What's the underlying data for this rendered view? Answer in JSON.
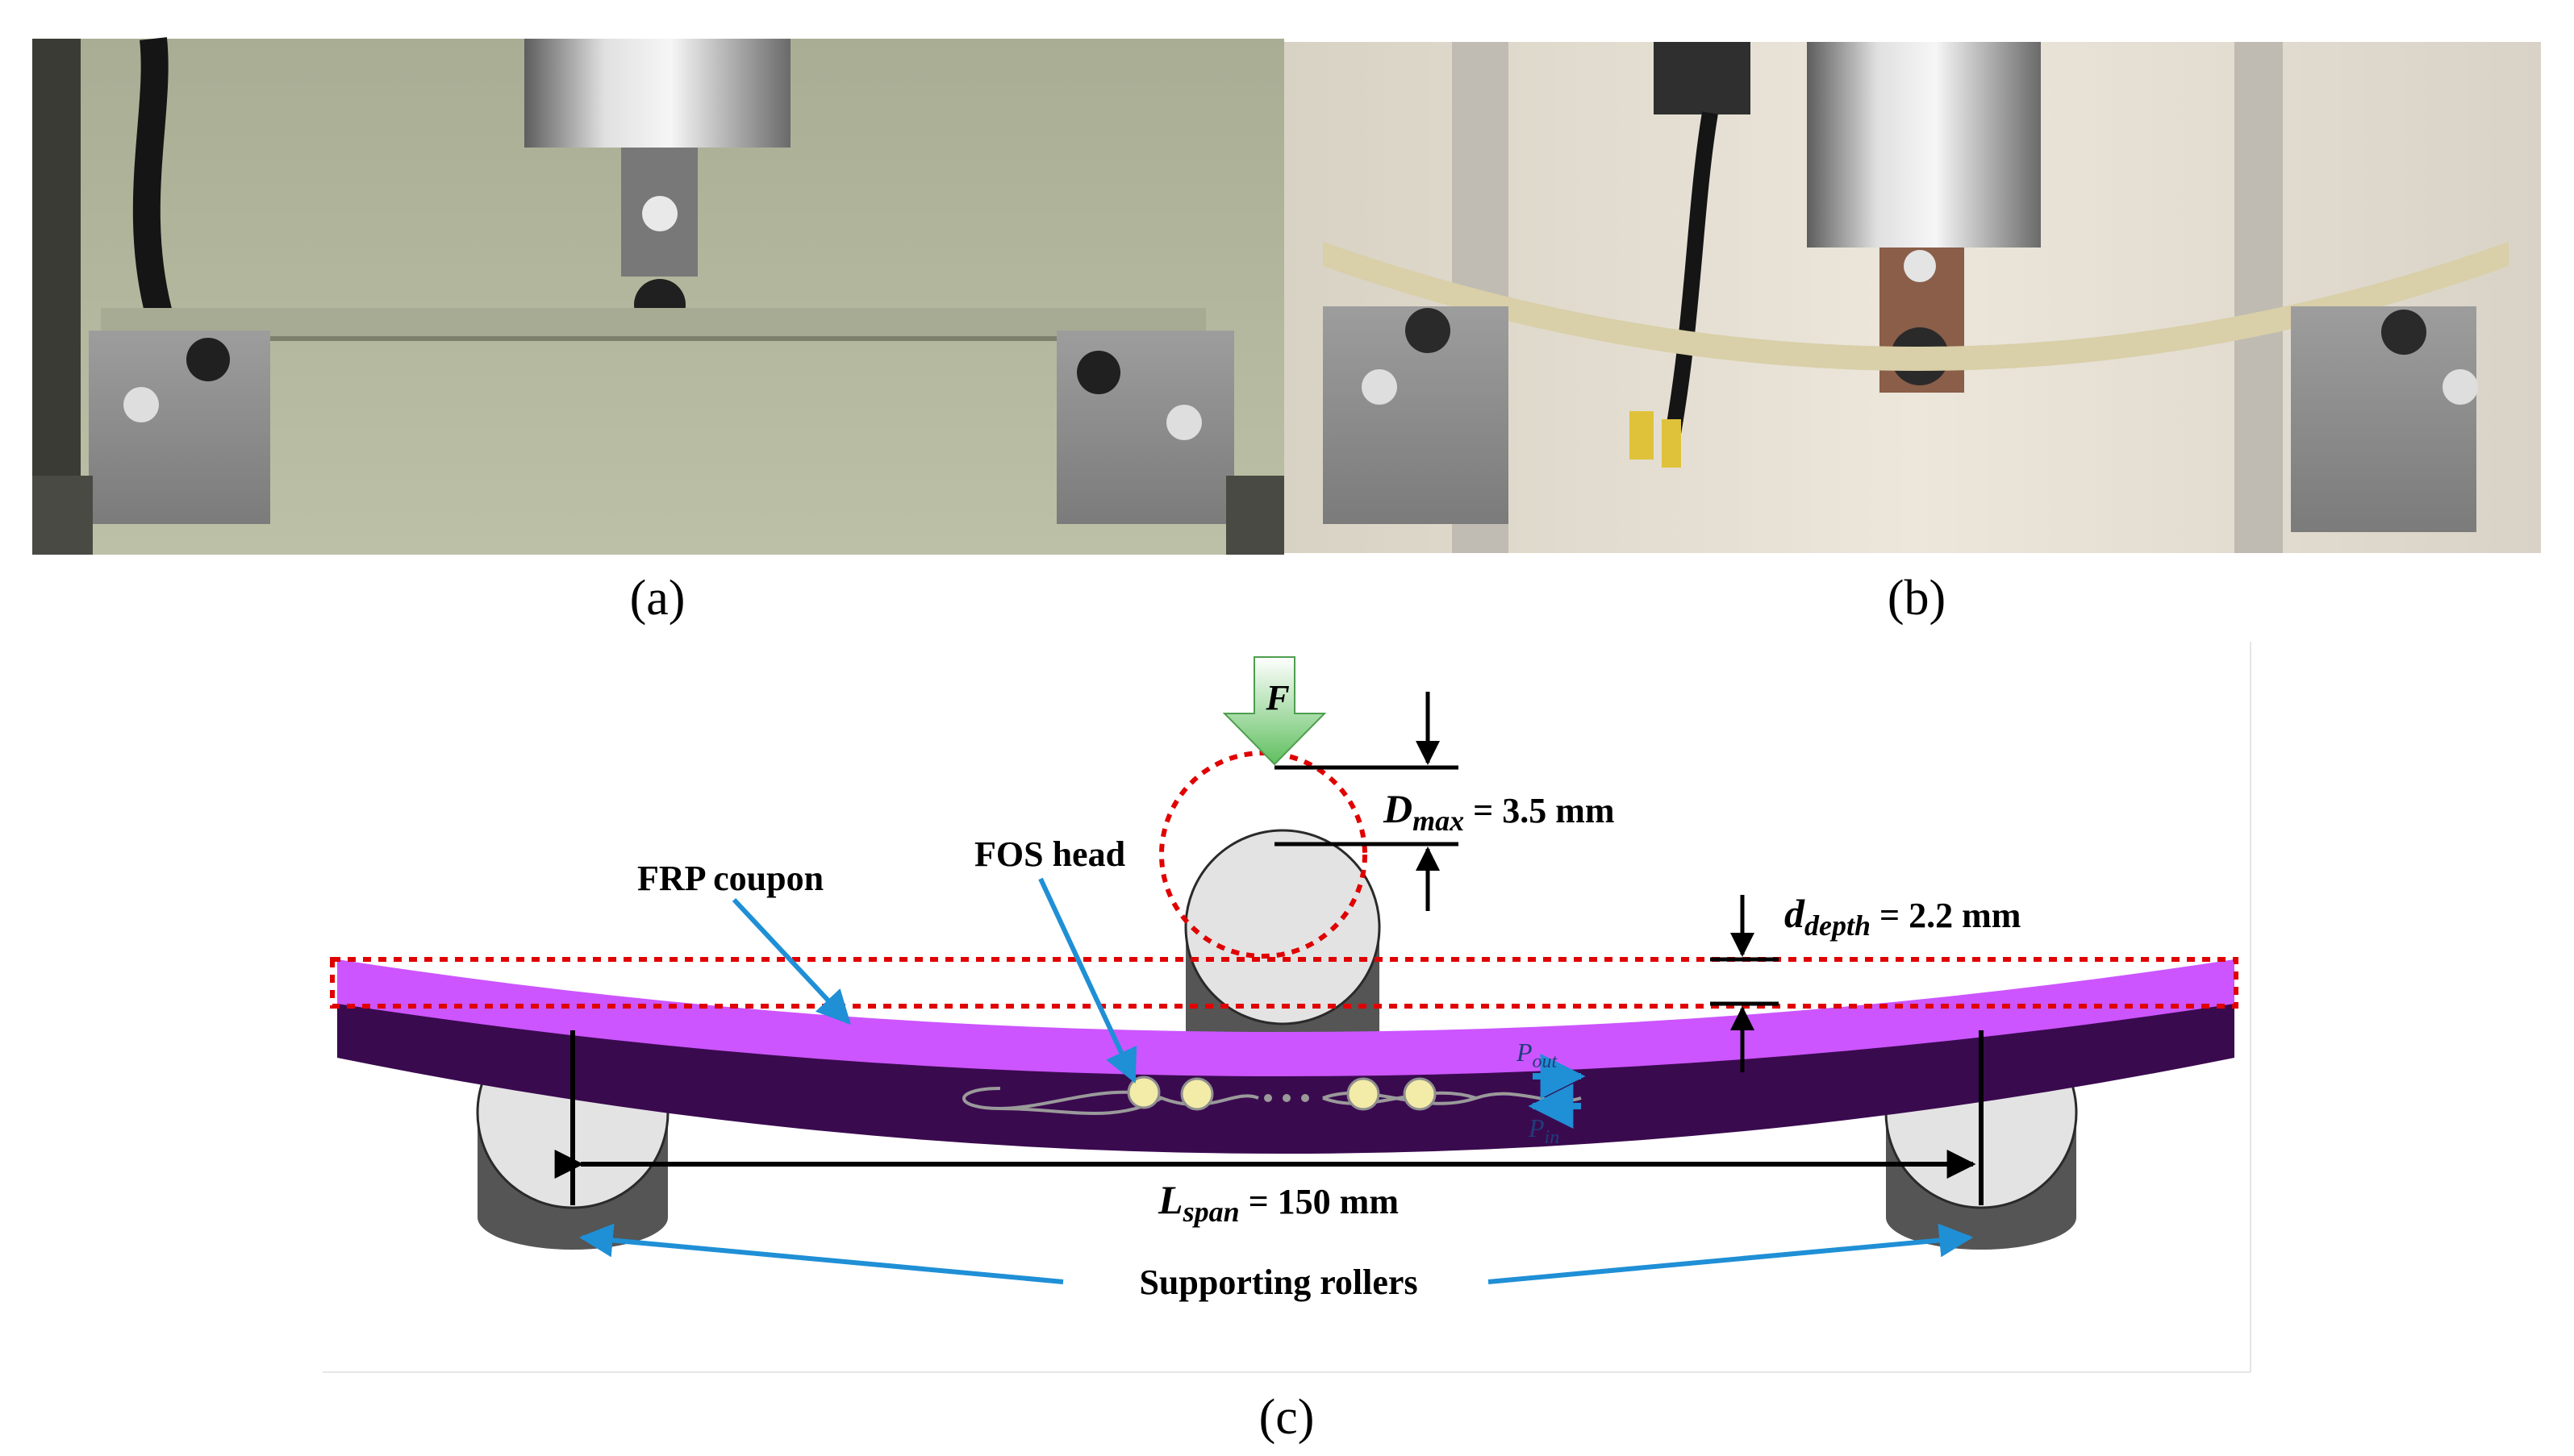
{
  "panels": {
    "a": {
      "label": "(a)"
    },
    "b": {
      "label": "(b)"
    },
    "c": {
      "label": "(c)"
    }
  },
  "diagram": {
    "force_label": "F",
    "dmax": {
      "symbol": "D",
      "subscript": "max",
      "value": " = 3.5 mm"
    },
    "ddepth": {
      "symbol": "d",
      "subscript": "depth",
      "value": " = 2.2 mm"
    },
    "lspan": {
      "symbol": "L",
      "subscript": "span",
      "value": " = 150 mm"
    },
    "frp_label": "FRP coupon",
    "fos_label": "FOS head",
    "rollers_label": "Supporting rollers",
    "pout": {
      "symbol": "P",
      "subscript": "out"
    },
    "pin": {
      "symbol": "P",
      "subscript": "in"
    },
    "colors": {
      "coupon_top": "#cc55ff",
      "coupon_bottom": "#3a0a4f",
      "dashed": "#e00000",
      "arrow_blue": "#1f8fd6",
      "force_green": "#5fbf5f",
      "roller_face": "#e3e3e3",
      "roller_side": "#555555"
    }
  }
}
